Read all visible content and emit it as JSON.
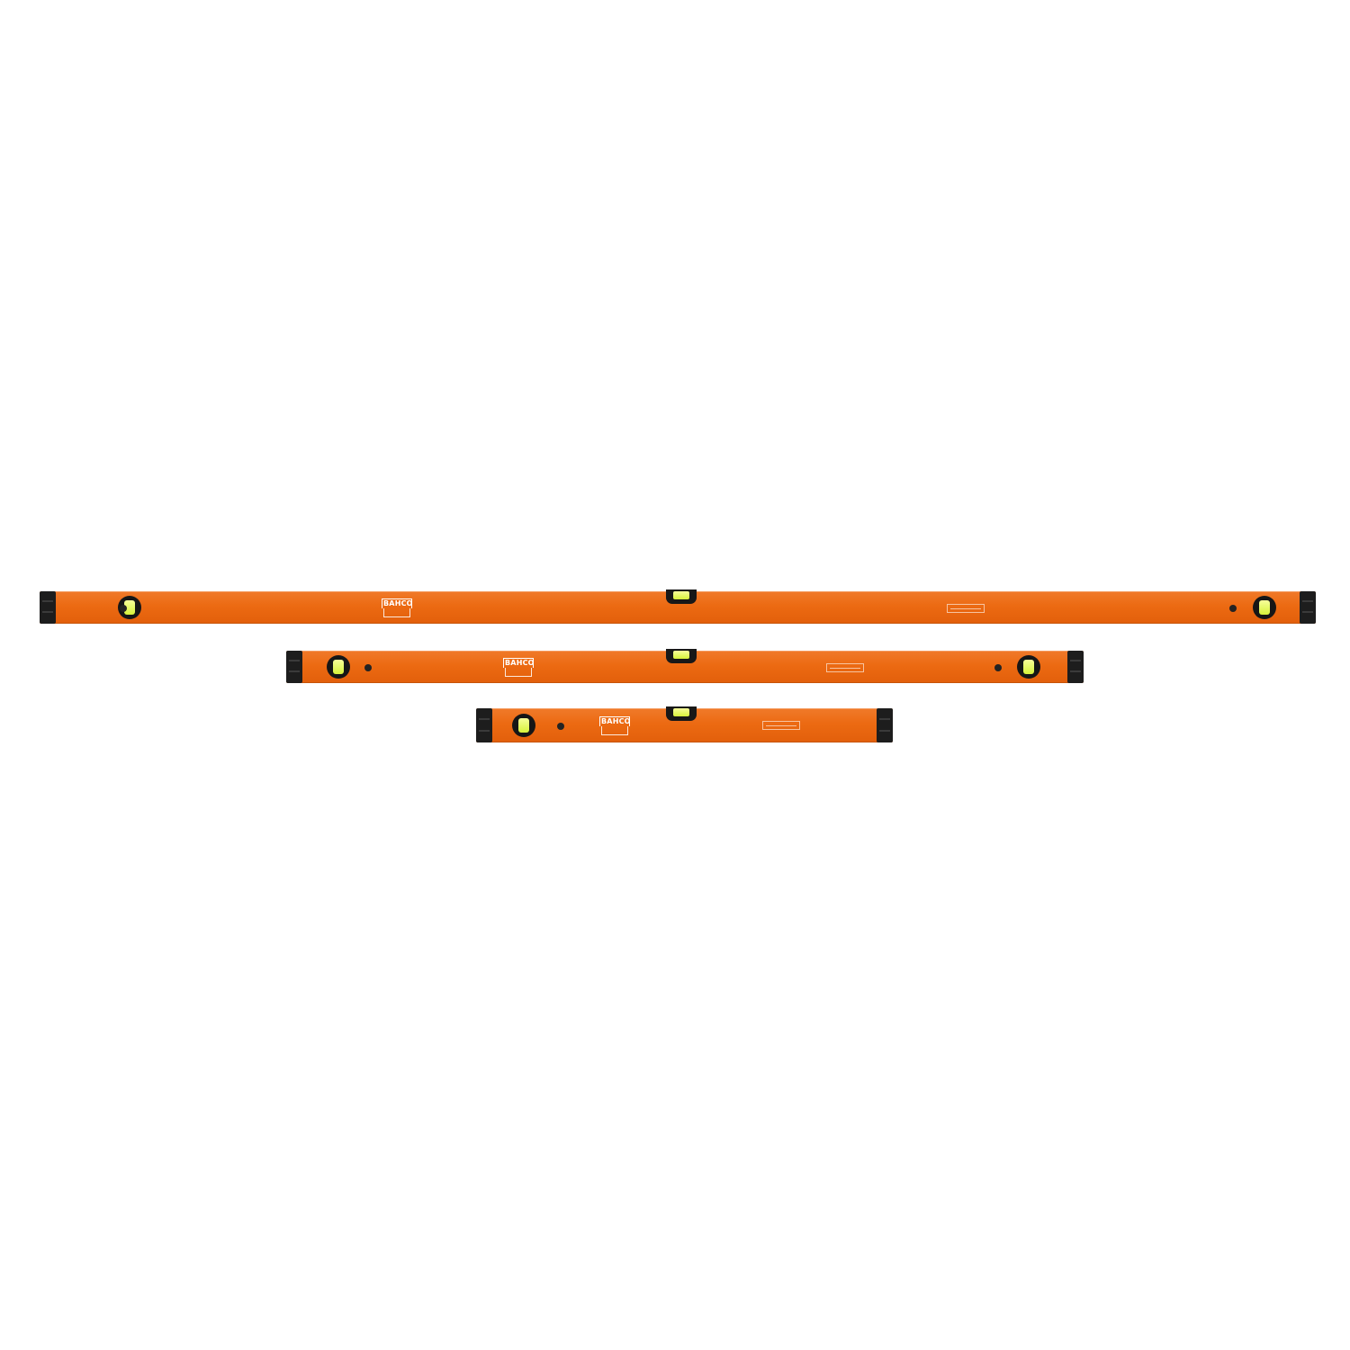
{
  "scene": {
    "background_color": "#ffffff",
    "body_color": "#ec6a12",
    "endcap_color": "#1d1d1d",
    "bubble_color": "#e8f86a"
  },
  "levels": [
    {
      "logo_text": "BAHCO"
    },
    {
      "logo_text": "BAHCO"
    },
    {
      "logo_text": "BAHCO"
    }
  ]
}
